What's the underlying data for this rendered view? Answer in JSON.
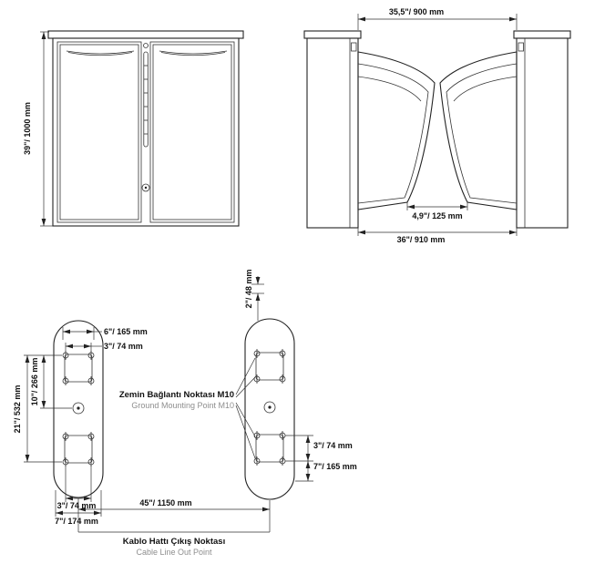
{
  "drawing": {
    "front_view": {
      "height": "39\"/ 1000 mm"
    },
    "passage_view": {
      "width_top": "35,5\"/ 900 mm",
      "flap_gap": "4,9\"/ 125 mm",
      "width_bottom": "36\"/ 910 mm"
    },
    "footprint_view": {
      "left_plate": {
        "top_outer": "6\"/ 165 mm",
        "top_inner": "3\"/ 74 mm",
        "side_inner": "10\"/ 266 mm",
        "side_outer": "21\"/ 532 mm",
        "bottom_inner": "3\"/ 74 mm",
        "bottom_outer": "7\"/ 174 mm"
      },
      "right_plate": {
        "top": "2\"/ 48 mm",
        "side_inner": "3\"/ 74 mm",
        "side_outer": "7\"/ 165 mm"
      },
      "center_distance": "45\"/ 1150 mm",
      "mounting_note": {
        "tr": "Zemin Bağlantı Noktası M10",
        "en": "Ground Mounting Point M10"
      },
      "cable_note": {
        "tr": "Kablo Hattı Çıkış Noktası",
        "en": "Cable Line Out Point"
      }
    }
  }
}
